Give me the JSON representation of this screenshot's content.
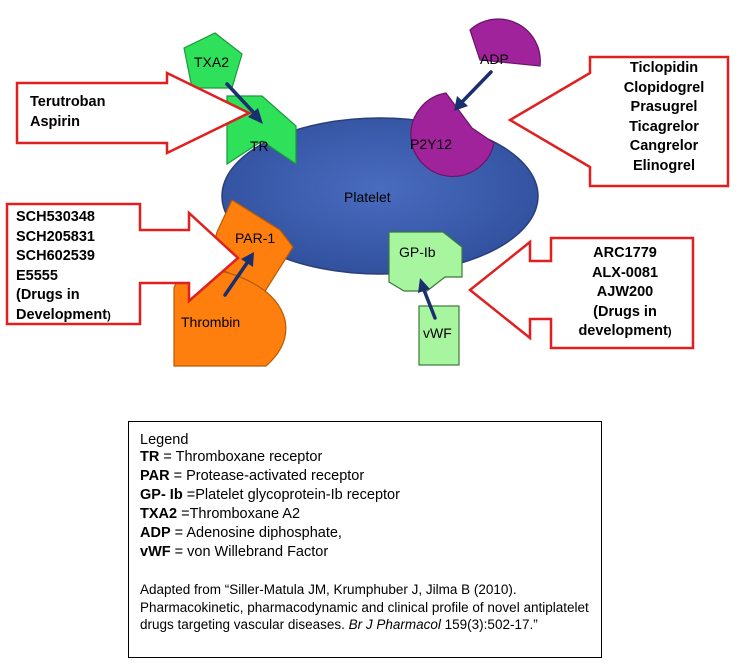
{
  "nodes": {
    "platelet": "Platelet",
    "txa2": "TXA2",
    "tr": "TR",
    "adp": "ADP",
    "p2y12": "P2Y12",
    "par1": "PAR-1",
    "thrombin": "Thrombin",
    "gp_ib": "GP-Ib",
    "vwf": "vWF"
  },
  "drug_boxes": {
    "tr_drugs": [
      "Terutroban",
      "Aspirin"
    ],
    "p2y12_drugs": [
      "Ticlopidin",
      "Clopidogrel",
      "Prasugrel",
      "Ticagrelor",
      "Cangrelor",
      "Elinogrel"
    ],
    "par1_drugs": [
      "SCH530348",
      "SCH205831",
      "SCH602539",
      "E5555",
      "(Drugs in",
      "Development"
    ],
    "par1_close_paren": ")",
    "gp_drugs": [
      "ARC1779",
      "ALX-0081",
      "AJW200",
      "(Drugs in",
      "development"
    ],
    "gp_close_paren": ")"
  },
  "legend": {
    "title": "Legend",
    "entries": [
      {
        "abbr": "TR",
        "sep": " = ",
        "text": "Thromboxane receptor"
      },
      {
        "abbr": "PAR",
        "sep": " = ",
        "text": "Protease-activated receptor"
      },
      {
        "abbr": "GP- Ib",
        "sep": " =",
        "text": "Platelet glycoprotein-Ib receptor"
      },
      {
        "abbr": "TXA2",
        "sep": " =",
        "text": "Thromboxane A2"
      },
      {
        "abbr": "ADP",
        "sep": " = ",
        "text": "Adenosine diphosphate,"
      },
      {
        "abbr": "vWF",
        "sep": " = ",
        "text": "von Willebrand Factor"
      }
    ],
    "citation_main": "Adapted from “Siller-Matula JM, Krumphuber J, Jilma B (2010). Pharmacokinetic, pharmacodynamic and clinical profile of novel antiplatelet drugs targeting vascular diseases. ",
    "citation_journal": "Br J Pharmacol",
    "citation_end": " 159(3):502-17.”"
  },
  "colors": {
    "platelet": "#3a5aa8",
    "receptor_green": "#2ee05a",
    "purple": "#a0239b",
    "orange": "#ff7f0e",
    "light_green": "#a8f5a0",
    "arrow": "#1a2f6e",
    "red_outline": "#e02020"
  }
}
